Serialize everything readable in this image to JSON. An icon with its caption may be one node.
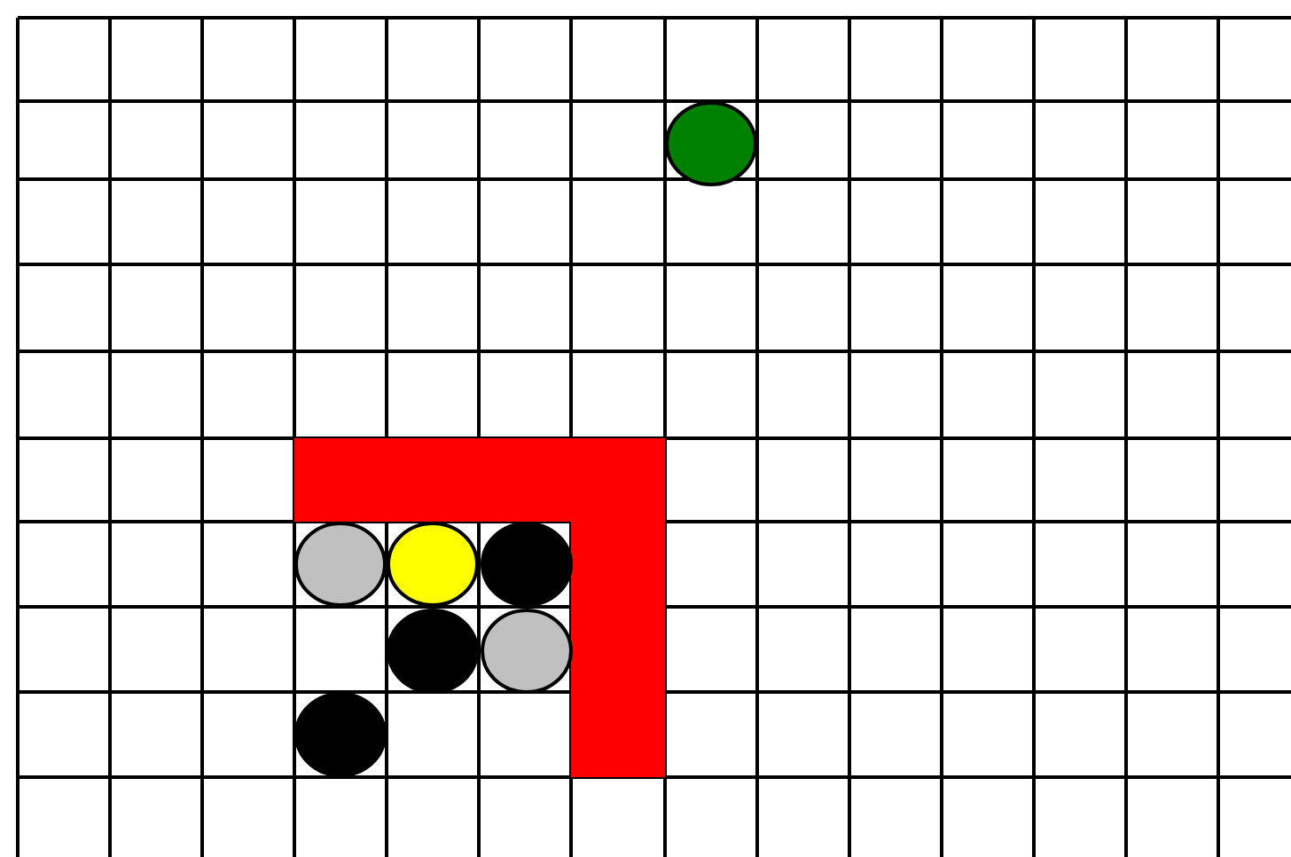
{
  "diagram": {
    "nodes": [
      {
        "text": [],
        "shape": "circle"
      },
      {
        "text": [],
        "shape": "bar"
      },
      {
        "text": [],
        "shape": "circle"
      },
      {
        "text": [],
        "shape": "circle"
      },
      {
        "text": [],
        "shape": "circle"
      },
      {
        "text": [],
        "shape": "circle"
      },
      {
        "text": [],
        "shape": "circle"
      },
      {
        "text": [],
        "shape": "circle"
      }
    ]
  }
}
